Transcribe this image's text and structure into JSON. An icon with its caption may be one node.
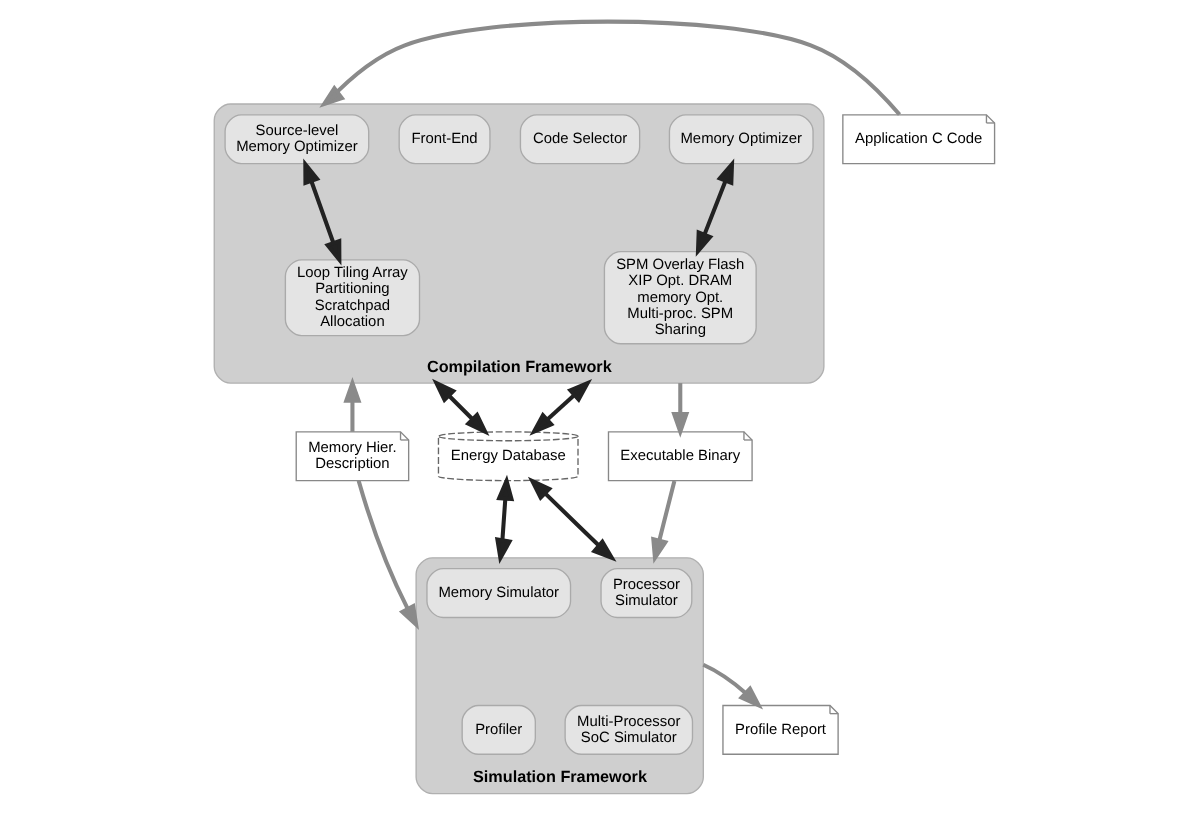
{
  "diagram": {
    "nodes": [
      {
        "text": [
          "Compilation Framework"
        ]
      },
      {
        "text": [
          "Source-level Memory Optimizer"
        ],
        "in": 0
      },
      {
        "text": [
          "Front-End"
        ],
        "in": 0
      },
      {
        "text": [
          "Code Selector"
        ],
        "in": 0
      },
      {
        "text": [
          "Memory Optimizer"
        ],
        "in": 0
      },
      {
        "text": [
          "Loop Tiling Array Partitioning Scratchpad Allocation"
        ],
        "in": 0
      },
      {
        "text": [
          "SPM Overlay Flash XIP Opt. DRAM memory Opt. Multi-proc. SPM Sharing"
        ],
        "in": 0
      },
      {
        "text": [
          "Application C Code"
        ]
      },
      {
        "text": [
          "Memory Hier. Description"
        ]
      },
      {
        "text": [
          "Energy Database"
        ]
      },
      {
        "text": [
          "Executable Binary"
        ]
      },
      {
        "text": [
          "Simulation Framework"
        ]
      },
      {
        "text": [
          "Memory Simulator"
        ],
        "in": 11
      },
      {
        "text": [
          "Processor Simulator"
        ],
        "in": 11
      },
      {
        "text": [
          "Profiler"
        ],
        "in": 11
      },
      {
        "text": [
          "Multi-Processor SoC Simulator"
        ],
        "in": 11
      },
      {
        "text": [
          "Profile Report"
        ]
      }
    ],
    "edges": [
      {
        "from": 1,
        "to": 5,
        "arrow": "both",
        "color": "#222222"
      },
      {
        "from": 4,
        "to": 6,
        "arrow": "both",
        "color": "#222222"
      },
      {
        "from": 7,
        "to": 0,
        "arrow": "to",
        "color": "#8a8a8a"
      },
      {
        "from": 8,
        "to": 0,
        "arrow": "to",
        "color": "#8a8a8a"
      },
      {
        "from": 0,
        "to": 9,
        "arrow": "both",
        "color": "#222222"
      },
      {
        "from": 0,
        "to": 9,
        "arrow": "both",
        "color": "#222222"
      },
      {
        "from": 0,
        "to": 10,
        "arrow": "to",
        "color": "#8a8a8a"
      },
      {
        "from": 8,
        "to": 11,
        "arrow": "to",
        "color": "#8a8a8a"
      },
      {
        "from": 9,
        "to": 11,
        "arrow": "both",
        "color": "#222222"
      },
      {
        "from": 9,
        "to": 11,
        "arrow": "both",
        "color": "#222222"
      },
      {
        "from": 10,
        "to": 11,
        "arrow": "to",
        "color": "#8a8a8a"
      },
      {
        "from": 11,
        "to": 16,
        "arrow": "to",
        "color": "#8a8a8a"
      }
    ]
  }
}
